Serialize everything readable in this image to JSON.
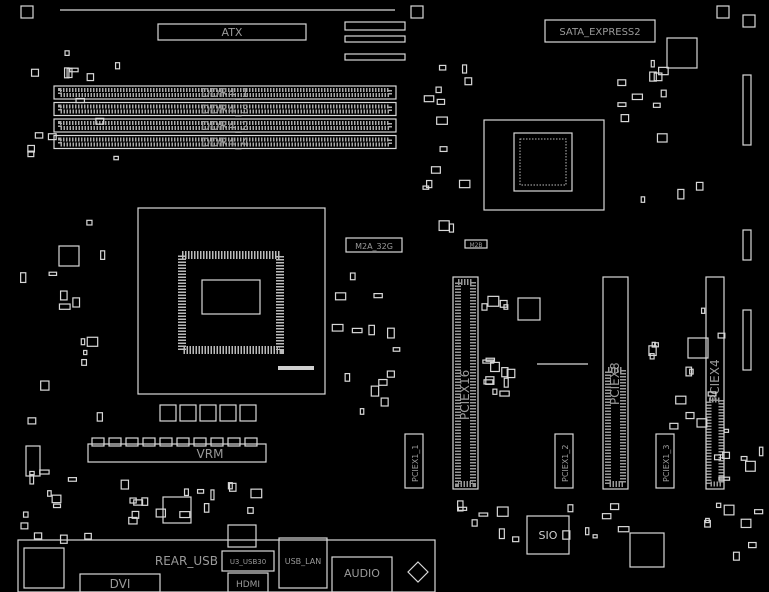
{
  "board": {
    "atx": "ATX",
    "sata_express": "SATA_EXPRESS2",
    "dimms": [
      "DDR4_1",
      "DDR4_3",
      "DDR4_2",
      "DDR4_4"
    ],
    "m2a": "M2A_32G",
    "m2b": "M2B",
    "pcie": [
      "PCIEX16",
      "PCIEX8",
      "PCIEX4"
    ],
    "pcie_x1": [
      "PCIEX1_1",
      "PCIEX1_2",
      "PCIEX1_3"
    ],
    "sio": "SIO",
    "vrm": "VRM",
    "rear_io": [
      "DVI",
      "HDMI",
      "USB_LAN",
      "AUDIO"
    ],
    "rear_usb": "REAR_USB",
    "usb3": "U3_USB30"
  },
  "colors": {
    "background": "#000000",
    "outline": "#d8d8d8",
    "label": "#9a9a9a"
  }
}
